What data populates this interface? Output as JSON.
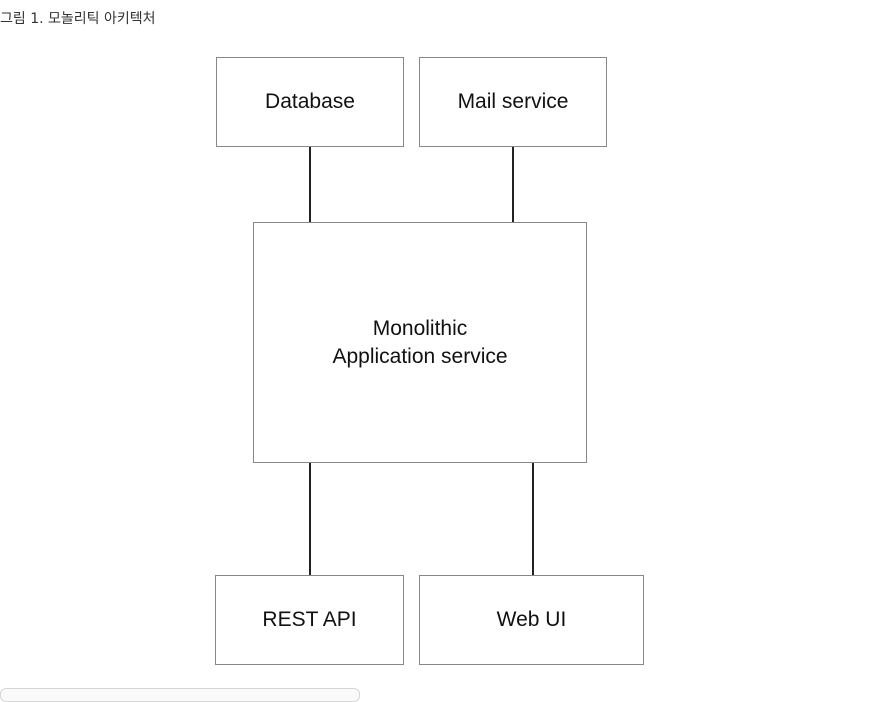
{
  "caption": "그림 1. 모놀리틱 아키텍처",
  "diagram": {
    "nodes": {
      "database": "Database",
      "mail_service": "Mail service",
      "monolith": "Monolithic\nApplication service",
      "rest_api": "REST API",
      "web_ui": "Web UI"
    },
    "edges": [
      [
        "database",
        "monolith"
      ],
      [
        "mail_service",
        "monolith"
      ],
      [
        "monolith",
        "rest_api"
      ],
      [
        "monolith",
        "web_ui"
      ]
    ]
  },
  "colors": {
    "box_border": "#888888",
    "connector": "#222222",
    "caption_text": "#333333"
  }
}
